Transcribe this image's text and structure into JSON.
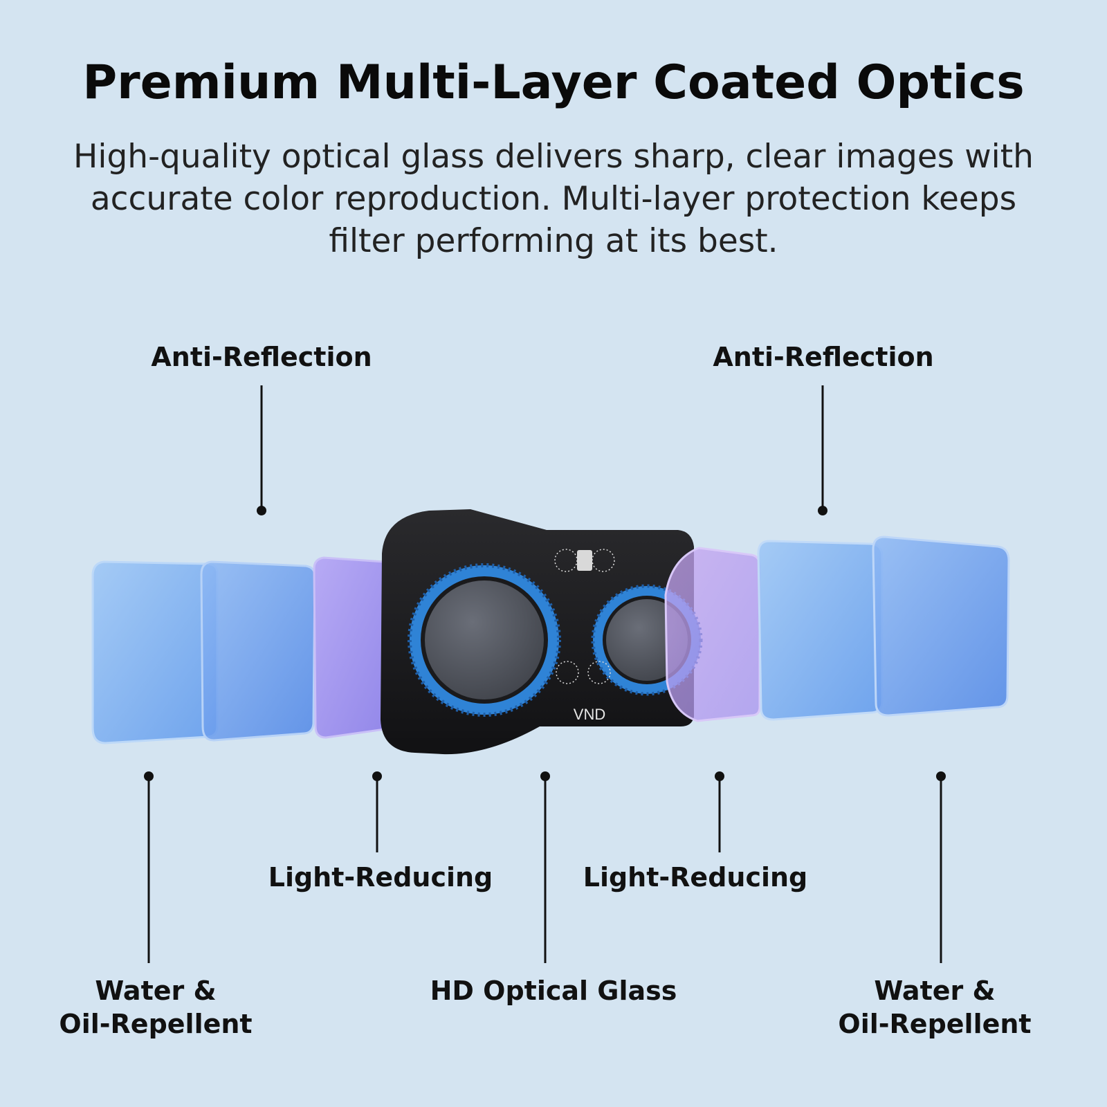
{
  "header": {
    "title": "Premium Multi-Layer Coated Optics",
    "subtitle": "High-quality optical glass delivers sharp, clear images with accurate color reproduction. Multi-layer protection keeps filter performing at its best."
  },
  "callouts": {
    "anti_reflection_left": "Anti-Reflection",
    "anti_reflection_right": "Anti-Reflection",
    "light_reducing_left": "Light-Reducing",
    "light_reducing_right": "Light-Reducing",
    "hd_optical_glass": "HD Optical Glass",
    "water_oil_left_line1": "Water &",
    "water_oil_left_line2": "Oil-Repellent",
    "water_oil_right_line1": "Water &",
    "water_oil_right_line2": "Oil-Repellent"
  },
  "product": {
    "engraving": "VND",
    "colors": {
      "background": "#d4e4f1",
      "body": "#1c1c1e",
      "accent_ring": "#2f83d6",
      "layer_blue": "#6fa8ef",
      "layer_violet": "#a88ef0"
    }
  }
}
